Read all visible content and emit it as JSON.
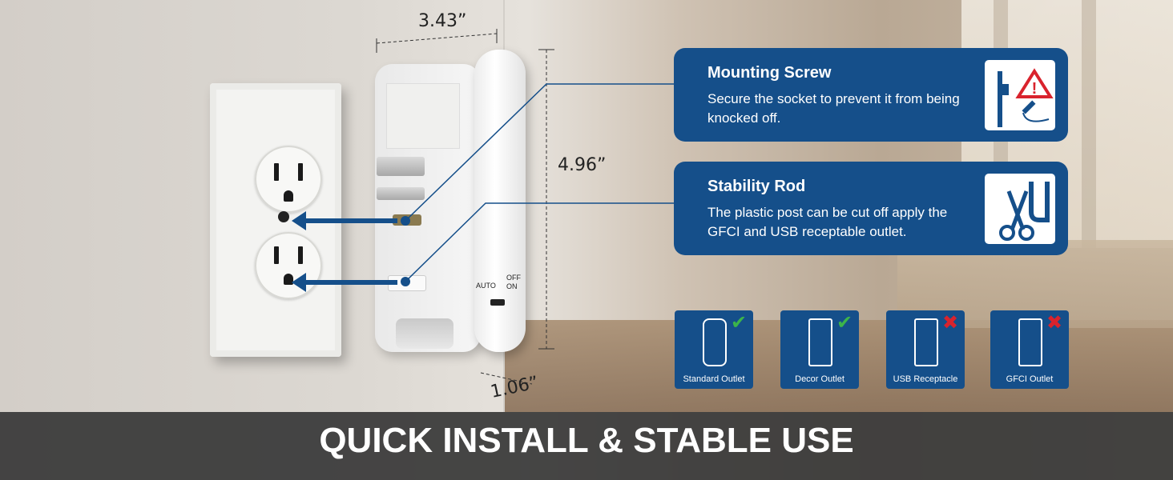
{
  "dimensions": {
    "width": "3.43”",
    "height": "4.96”",
    "depth": "1.06”"
  },
  "switch": {
    "auto": "AUTO",
    "off": "OFF",
    "on": "ON"
  },
  "callouts": [
    {
      "title": "Mounting Screw",
      "description": "Secure the socket to prevent it from being knocked off.",
      "icon": "mounting-screw-warning-icon"
    },
    {
      "title": "Stability Rod",
      "description": "The plastic post can be cut off apply the GFCI and USB receptable outlet.",
      "icon": "scissors-cut-rod-icon"
    }
  ],
  "compatibility": [
    {
      "label": "Standard Outlet",
      "compatible": true
    },
    {
      "label": "Decor Outlet",
      "compatible": true
    },
    {
      "label": "USB Receptacle",
      "compatible": false
    },
    {
      "label": "GFCI Outlet",
      "compatible": false
    }
  ],
  "colors": {
    "brand_blue": "#154f8a",
    "check_green": "#3cb44a",
    "cross_red": "#d9232d"
  },
  "banner": "QUICK INSTALL & STABLE USE"
}
